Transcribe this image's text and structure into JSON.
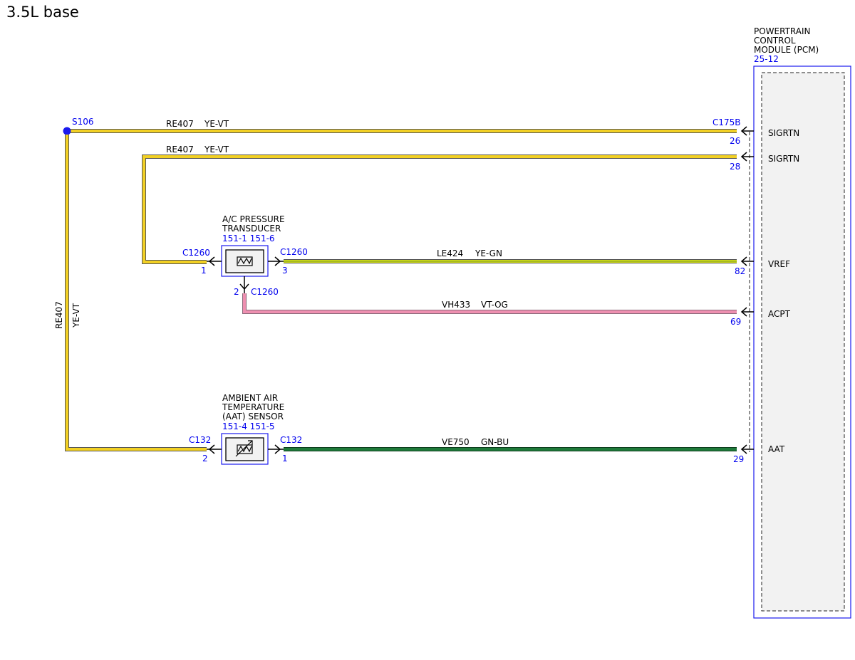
{
  "page_title": "3.5L base",
  "colors": {
    "ye_vt": "#f2d024",
    "ye_gn": "#d4de1a",
    "vt_og": "#ee8fb0",
    "gn_bu": "#1f7a3a",
    "connector_blue": "#1a1aee",
    "pcm_fill": "#f2f2f2"
  },
  "pcm": {
    "title_line1": "POWERTRAIN",
    "title_line2": "CONTROL",
    "title_line3": "MODULE (PCM)",
    "ref": "25-12",
    "pins": [
      {
        "connector": "C175B",
        "pin": "26",
        "signal": "SIGRTN"
      },
      {
        "pin": "28",
        "signal": "SIGRTN"
      },
      {
        "pin": "82",
        "signal": "VREF"
      },
      {
        "pin": "69",
        "signal": "ACPT"
      },
      {
        "pin": "29",
        "signal": "AAT"
      }
    ]
  },
  "splice": {
    "label": "S106"
  },
  "wires": [
    {
      "circuit": "RE407",
      "color": "YE-VT"
    },
    {
      "circuit": "RE407",
      "color": "YE-VT"
    },
    {
      "circuit": "LE424",
      "color": "YE-GN"
    },
    {
      "circuit": "VH433",
      "color": "VT-OG"
    },
    {
      "circuit": "VE750",
      "color": "GN-BU"
    },
    {
      "circuit": "RE407",
      "color": "YE-VT"
    }
  ],
  "ac_transducer": {
    "name_line1": "A/C PRESSURE",
    "name_line2": "TRANSDUCER",
    "ref": "151-1 151-6",
    "left_connector": "C1260",
    "left_pin": "1",
    "right_connector": "C1260",
    "right_pin": "3",
    "bottom_pin": "2",
    "bottom_connector": "C1260",
    "icon": "pressure-transducer-icon"
  },
  "aat_sensor": {
    "name_line1": "AMBIENT AIR",
    "name_line2": "TEMPERATURE",
    "name_line3": "(AAT) SENSOR",
    "ref": "151-4 151-5",
    "left_connector": "C132",
    "left_pin": "2",
    "right_connector": "C132",
    "right_pin": "1",
    "icon": "thermistor-icon"
  }
}
